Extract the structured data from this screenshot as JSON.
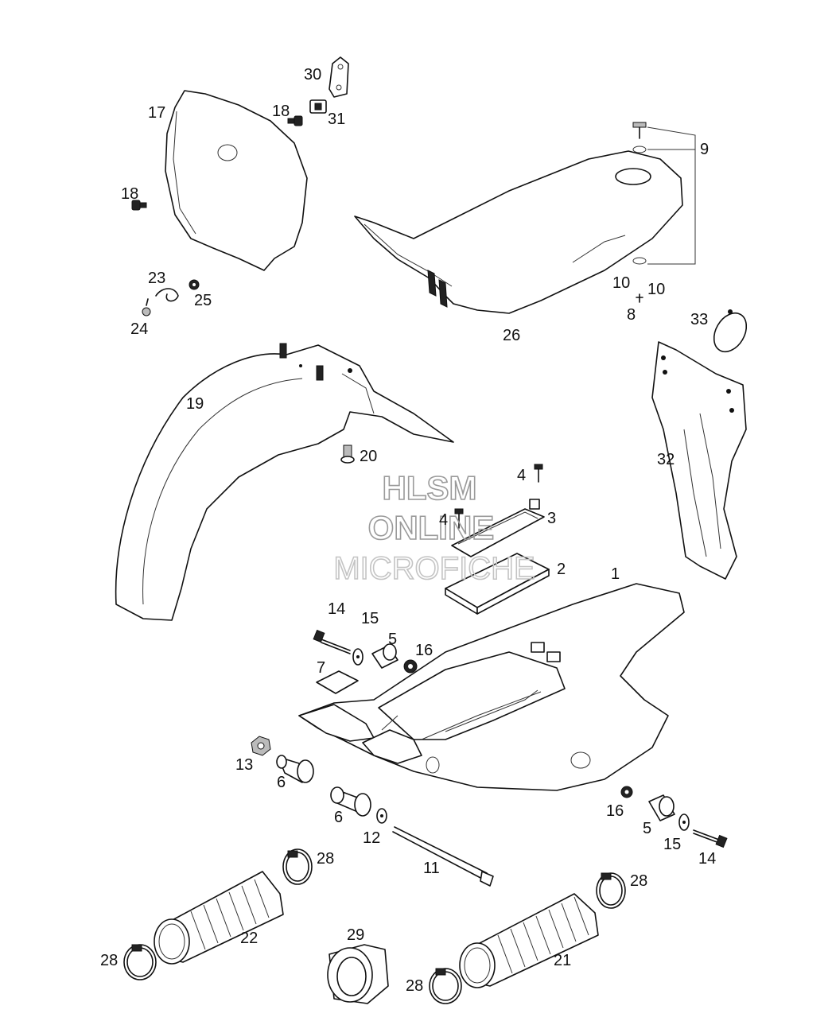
{
  "watermark": {
    "line1": "HLSM",
    "line2": "ONLINE",
    "line3": "MICROFICHE"
  },
  "labels": {
    "p1": "1",
    "p2": "2",
    "p3": "3",
    "p4a": "4",
    "p4b": "4",
    "p5a": "5",
    "p5b": "5",
    "p6a": "6",
    "p6b": "6",
    "p7": "7",
    "p8": "8",
    "p9": "9",
    "p10a": "10",
    "p10b": "10",
    "p11": "11",
    "p12": "12",
    "p13": "13",
    "p14a": "14",
    "p14b": "14",
    "p15a": "15",
    "p15b": "15",
    "p16a": "16",
    "p16b": "16",
    "p17": "17",
    "p18a": "18",
    "p18b": "18",
    "p19": "19",
    "p20": "20",
    "p21": "21",
    "p22": "22",
    "p23": "23",
    "p24": "24",
    "p25": "25",
    "p26": "26",
    "p28a": "28",
    "p28b": "28",
    "p28c": "28",
    "p28d": "28",
    "p29": "29",
    "p30": "30",
    "p31": "31",
    "p32": "32",
    "p33": "33"
  }
}
